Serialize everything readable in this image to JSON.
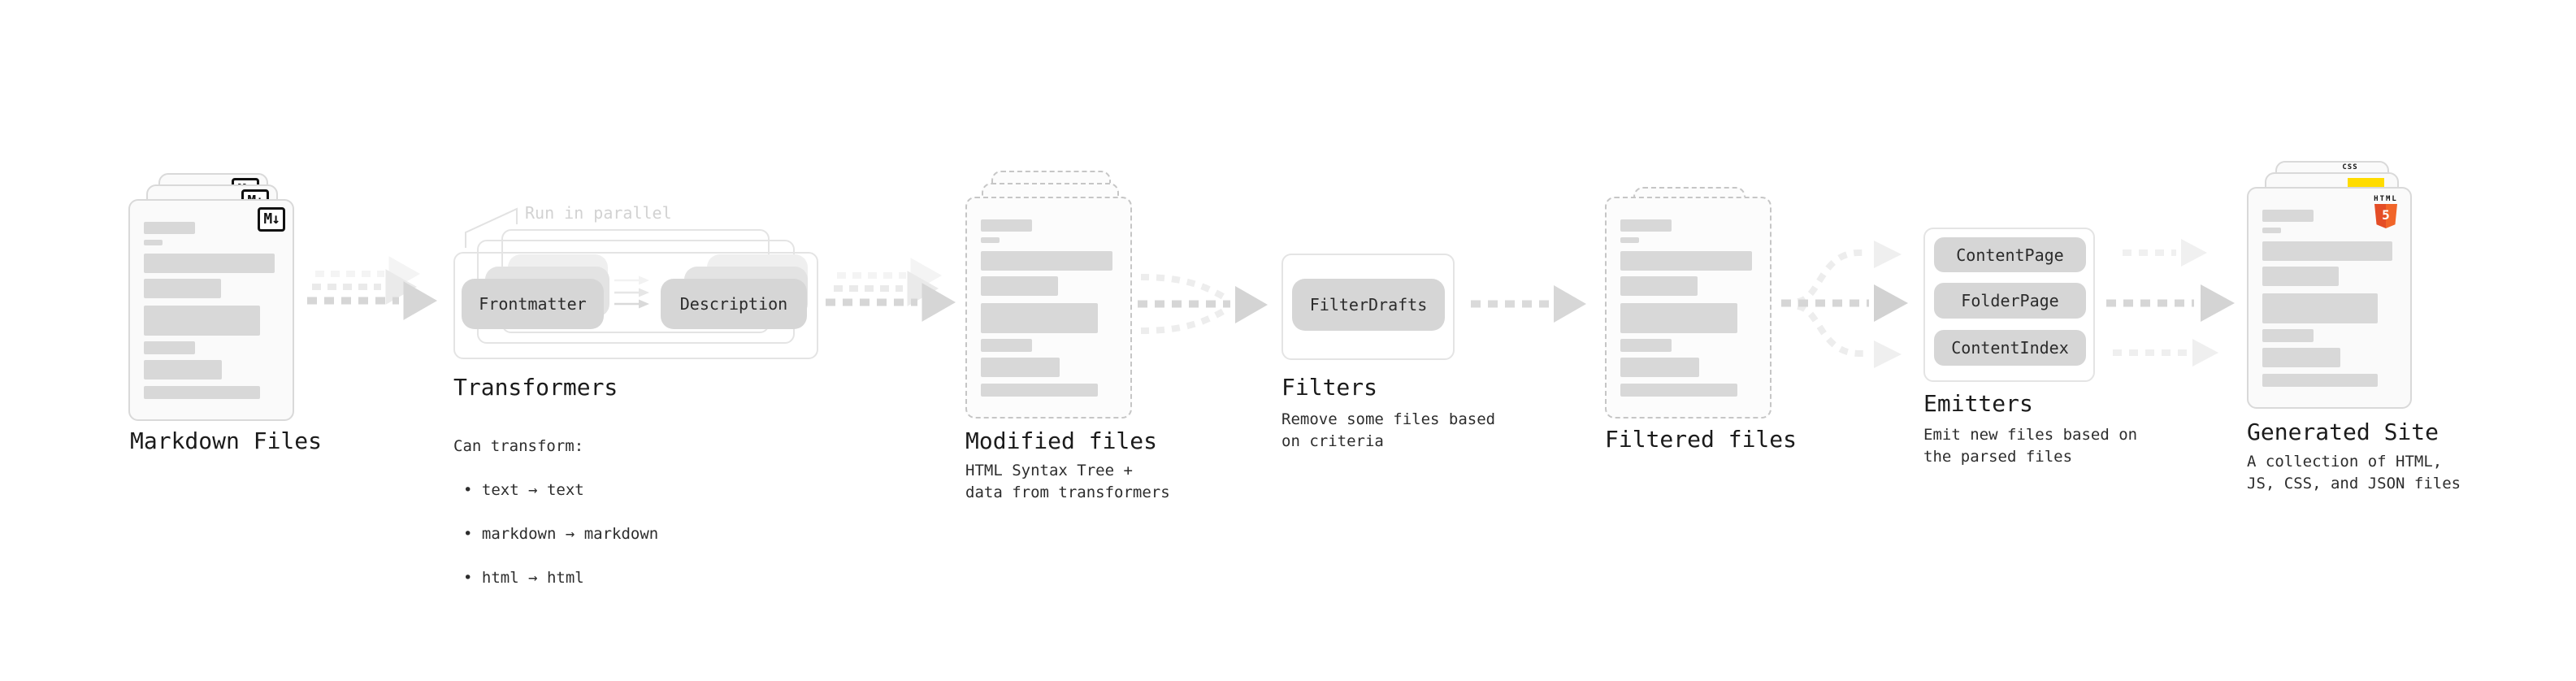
{
  "nodes": {
    "markdown_files": {
      "label": "Markdown Files",
      "badge": "M↓"
    },
    "transformers": {
      "label": "Transformers",
      "annotation": "Run in parallel",
      "pill_frontmatter": "Frontmatter",
      "pill_description": "Description",
      "caption_title": "Can transform:",
      "bullets": [
        "• text → text",
        "• markdown → markdown",
        "• html → html"
      ]
    },
    "modified_files": {
      "label": "Modified files",
      "caption": "HTML Syntax Tree +\ndata from transformers"
    },
    "filters": {
      "label": "Filters",
      "pill": "FilterDrafts",
      "caption": "Remove some files based\non criteria"
    },
    "filtered_files": {
      "label": "Filtered files"
    },
    "emitters": {
      "label": "Emitters",
      "pills": [
        "ContentPage",
        "FolderPage",
        "ContentIndex"
      ],
      "caption": "Emit new files based on\nthe parsed files"
    },
    "generated_site": {
      "label": "Generated Site",
      "caption": "A collection of HTML,\nJS, CSS, and JSON files",
      "css_badge": "CSS",
      "html_badge_top": "HTML",
      "html_badge_number": "5"
    }
  },
  "colors": {
    "html5_orange": "#e44d26",
    "js_yellow": "#ffdc00",
    "css_blue": "#2b66f6",
    "arrow_gray": "#d6d6d6",
    "skeleton_gray": "#d8d8d8",
    "pill_gray": "#d6d6d6",
    "text_dark": "#1b1b1b"
  }
}
